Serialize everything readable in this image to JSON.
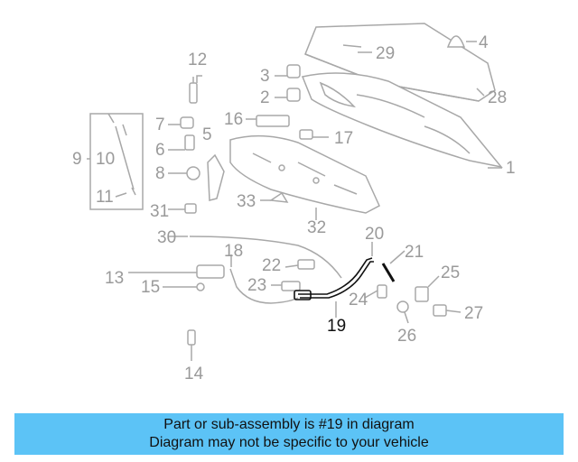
{
  "callouts": [
    "1",
    "2",
    "3",
    "4",
    "5",
    "6",
    "7",
    "8",
    "9",
    "10",
    "11",
    "12",
    "13",
    "14",
    "15",
    "16",
    "17",
    "18",
    "19",
    "20",
    "21",
    "22",
    "23",
    "24",
    "25",
    "26",
    "27",
    "28",
    "29",
    "30",
    "31",
    "32",
    "33"
  ],
  "highlighted_part": "19",
  "banner": {
    "line1": "Part or sub-assembly is #19 in diagram",
    "line2": "Diagram may not be specific to your vehicle"
  },
  "colors": {
    "banner": "#5cc3f6",
    "part_lines": "#a8a8a8",
    "highlight": "#111111"
  }
}
